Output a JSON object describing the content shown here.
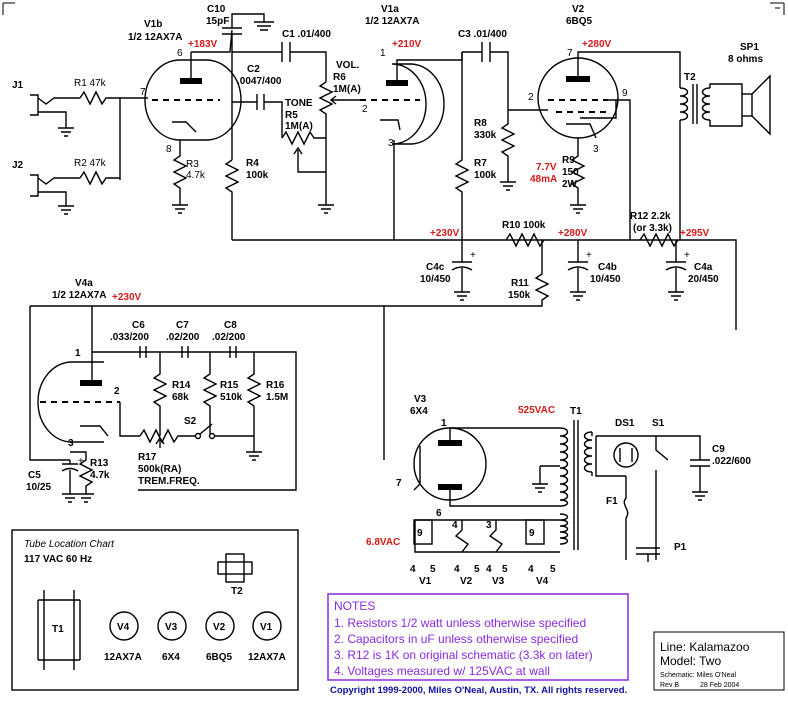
{
  "components": {
    "j1": "J1",
    "j2": "J2",
    "r1": "R1 47k",
    "r2": "R2 47k",
    "v1b_name": "V1b",
    "v1b_type": "1/2 12AX7A",
    "v1a_name": "V1a",
    "v1a_type": "1/2 12AX7A",
    "v2_name": "V2",
    "v2_type": "6BQ5",
    "v3_name": "V3",
    "v3_type": "6X4",
    "v4a_name": "V4a",
    "v4a_type": "1/2 12AX7A",
    "c10_name": "C10",
    "c10_val": "15pF",
    "c1": "C1 .01/400",
    "c2_name": "C2",
    "c2_val": ".0047/400",
    "c3": "C3 .01/400",
    "sp1_name": "SP1",
    "sp1_val": "8 ohms",
    "t2": "T2",
    "vol": "VOL.",
    "r6_name": "R6",
    "r6_val": "1M(A)",
    "tone": "TONE",
    "r5_name": "R5",
    "r5_val": "1M(A)",
    "r3_name": "R3",
    "r3_val": "4.7k",
    "r4_name": "R4",
    "r4_val": "100k",
    "r7_name": "R7",
    "r7_val": "100k",
    "r8_name": "R8",
    "r8_val": "330k",
    "r9_name": "R9",
    "r9_val": "150",
    "r9_watt": "2W",
    "r12_name": "R12 2.2k",
    "r12_alt": "(or 3.3k)",
    "r10": "R10 100k",
    "r11_name": "R11",
    "r11_val": "150k",
    "c4c_name": "C4c",
    "c4c_val": "10/450",
    "c4b_name": "C4b",
    "c4b_val": "10/450",
    "c4a_name": "C4a",
    "c4a_val": "20/450",
    "c6_name": "C6",
    "c6_val": ".033/200",
    "c7_name": "C7",
    "c7_val": ".02/200",
    "c8_name": "C8",
    "c8_val": ".02/200",
    "r14_name": "R14",
    "r14_val": "68k",
    "r15_name": "R15",
    "r15_val": "510k",
    "r16_name": "R16",
    "r16_val": "1.5M",
    "r17_name": "R17",
    "r17_val": "500k(RA)",
    "r17_label": "TREM.FREQ.",
    "s2": "S2",
    "c5_name": "C5",
    "c5_val": "10/25",
    "r13_name": "R13",
    "r13_val": "4.7k",
    "t1": "T1",
    "ds1": "DS1",
    "s1": "S1",
    "c9_name": "C9",
    "c9_val": ".022/600",
    "f1": "F1",
    "p1": "P1"
  },
  "pins": {
    "v1b_plate": "6",
    "v1b_grid": "7",
    "v1b_cathode": "8",
    "v1a_plate": "1",
    "v1a_grid": "2",
    "v1a_cathode": "3",
    "v2_plate": "7",
    "v2_grid": "2",
    "v2_screen": "9",
    "v2_cathode": "3",
    "v4a_plate": "1",
    "v4a_grid": "2",
    "v4a_cathode": "3",
    "v3_p1": "1",
    "v3_p2": "6",
    "v3_k": "7",
    "h9a": "9",
    "h4a": "4",
    "h3": "3",
    "h9b": "9",
    "f_v1_a": "4",
    "f_v1_b": "5",
    "f_v2_a": "4",
    "f_v2_b": "5",
    "f_v3_a": "4",
    "f_v3_b": "5",
    "f_v4_a": "4",
    "f_v4_b": "5",
    "f_names": [
      "V1",
      "V2",
      "V3",
      "V4"
    ]
  },
  "voltages": {
    "v1b_plate": "+183V",
    "v1a_plate": "+210V",
    "v2_plate": "+280V",
    "v2_cathode": "7.7V",
    "v2_current": "48mA",
    "node1": "+230V",
    "node2": "+280V",
    "node3": "+295V",
    "v4_plate": "+230V",
    "hv_ac": "525VAC",
    "heater_ac": "6.8VAC"
  },
  "tube_chart": {
    "title": "Tube Location Chart",
    "mains": "117 VAC 60 Hz",
    "t1": "T1",
    "t2": "T2",
    "tubes": [
      {
        "pos": "V4",
        "type": "12AX7A"
      },
      {
        "pos": "V3",
        "type": "6X4"
      },
      {
        "pos": "V2",
        "type": "6BQ5"
      },
      {
        "pos": "V1",
        "type": "12AX7A"
      }
    ]
  },
  "notes": {
    "title": "NOTES",
    "items": [
      "1. Resistors 1/2 watt unless otherwise specified",
      "2. Capacitors in uF unless otherwise specified",
      "3. R12 is 1K on original schematic (3.3k on later)",
      "4. Voltages measured w/ 125VAC at wall"
    ]
  },
  "title_block": {
    "line": "Line:  Kalamazoo",
    "model": "Model: Two",
    "schematic": "Schematic: Miles O'Neal",
    "rev": "Rev B",
    "date": "28 Feb 2004"
  },
  "copyright": "Copyright 1999-2000, Miles O'Neal, Austin, TX.  All rights reserved.",
  "colors": {
    "voltage": "#d41a1a",
    "notes": "#8a2be2",
    "copyright": "#1010a0"
  }
}
